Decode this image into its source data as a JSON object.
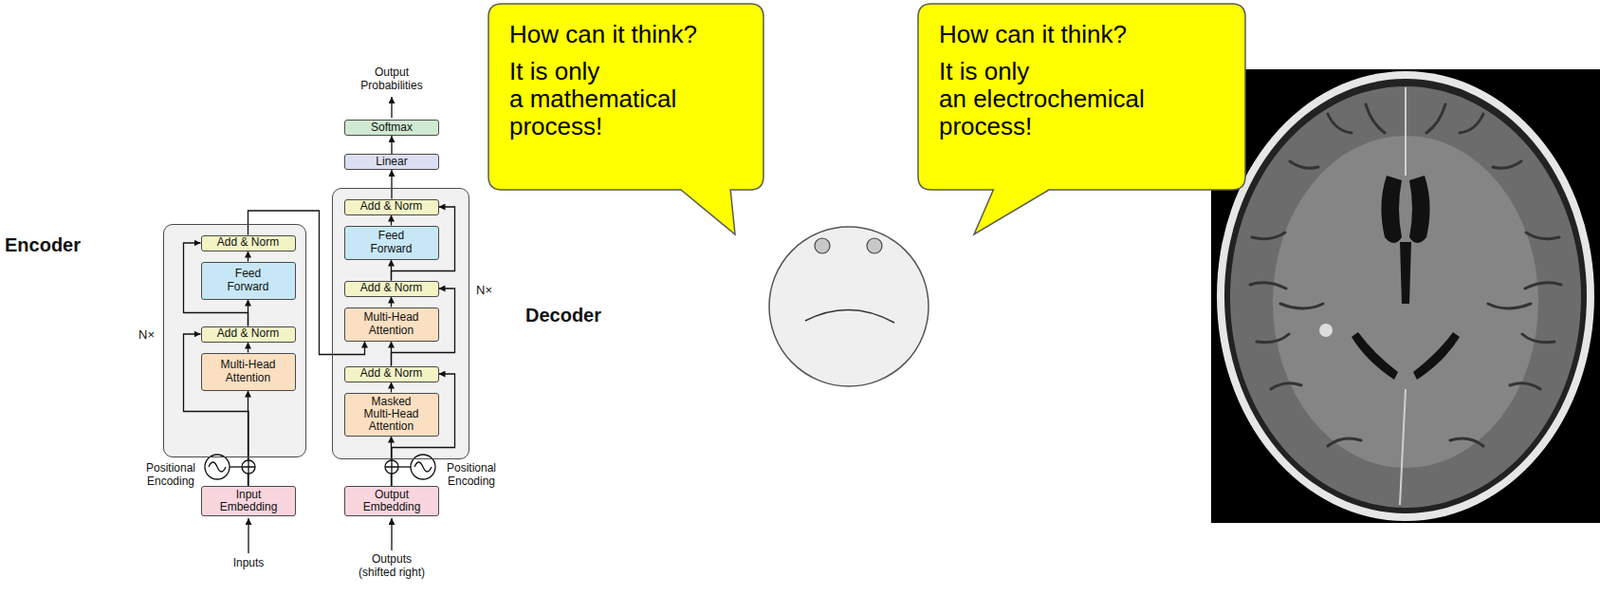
{
  "diagram": {
    "nodes": [
      {
        "text": [
          "N×"
        ]
      },
      {
        "text": [
          "Add & Norm"
        ],
        "in": 0
      },
      {
        "text": [
          "Feed Forward"
        ],
        "in": 0
      },
      {
        "text": [
          "Add & Norm"
        ],
        "in": 0
      },
      {
        "text": [
          "Multi-Head Attention"
        ],
        "in": 0
      },
      {
        "text": [
          "Input Embedding"
        ]
      },
      {
        "text": [
          "Softmax"
        ]
      },
      {
        "text": [
          "Linear"
        ]
      },
      {
        "text": [
          "N×"
        ]
      },
      {
        "text": [
          "Add & Norm"
        ],
        "in": 8
      },
      {
        "text": [
          "Feed Forward"
        ],
        "in": 8
      },
      {
        "text": [
          "Add & Norm"
        ],
        "in": 8
      },
      {
        "text": [
          "Multi-Head Attention"
        ],
        "in": 8
      },
      {
        "text": [
          "Add & Norm"
        ],
        "in": 8
      },
      {
        "text": [
          "Masked Multi-Head Attention"
        ],
        "in": 8
      },
      {
        "text": [
          "Output Embedding"
        ]
      },
      {
        "text": [
          "How can it think?",
          "It is only",
          "a mathematical",
          "process!"
        ]
      },
      {
        "text": [
          "How can it think?",
          "It is only",
          "an electrochemical",
          "process!"
        ]
      }
    ],
    "edges": [
      {
        "from": 5,
        "to": 4,
        "arrow": "to"
      },
      {
        "from": 5,
        "to": 3,
        "arrow": "to"
      },
      {
        "from": 4,
        "to": 3,
        "arrow": "to"
      },
      {
        "from": 3,
        "to": 2,
        "arrow": "to"
      },
      {
        "from": 3,
        "to": 1,
        "arrow": "to"
      },
      {
        "from": 2,
        "to": 1,
        "arrow": "to"
      },
      {
        "from": 1,
        "to": 12,
        "arrow": "to"
      },
      {
        "from": 15,
        "to": 14,
        "arrow": "to"
      },
      {
        "from": 15,
        "to": 13,
        "arrow": "to"
      },
      {
        "from": 14,
        "to": 13,
        "arrow": "to"
      },
      {
        "from": 13,
        "to": 12,
        "arrow": "to"
      },
      {
        "from": 13,
        "to": 11,
        "arrow": "to"
      },
      {
        "from": 12,
        "to": 11,
        "arrow": "to"
      },
      {
        "from": 11,
        "to": 10,
        "arrow": "to"
      },
      {
        "from": 11,
        "to": 9,
        "arrow": "to"
      },
      {
        "from": 10,
        "to": 9,
        "arrow": "to"
      },
      {
        "from": 9,
        "to": 7,
        "arrow": "to"
      },
      {
        "from": 7,
        "to": 6,
        "arrow": "to"
      }
    ],
    "labels": [
      "Output Probabilities",
      "Encoder",
      "Decoder",
      "Positional Encoding",
      "Positional Encoding",
      "Inputs",
      "Outputs (shifted right)"
    ]
  }
}
